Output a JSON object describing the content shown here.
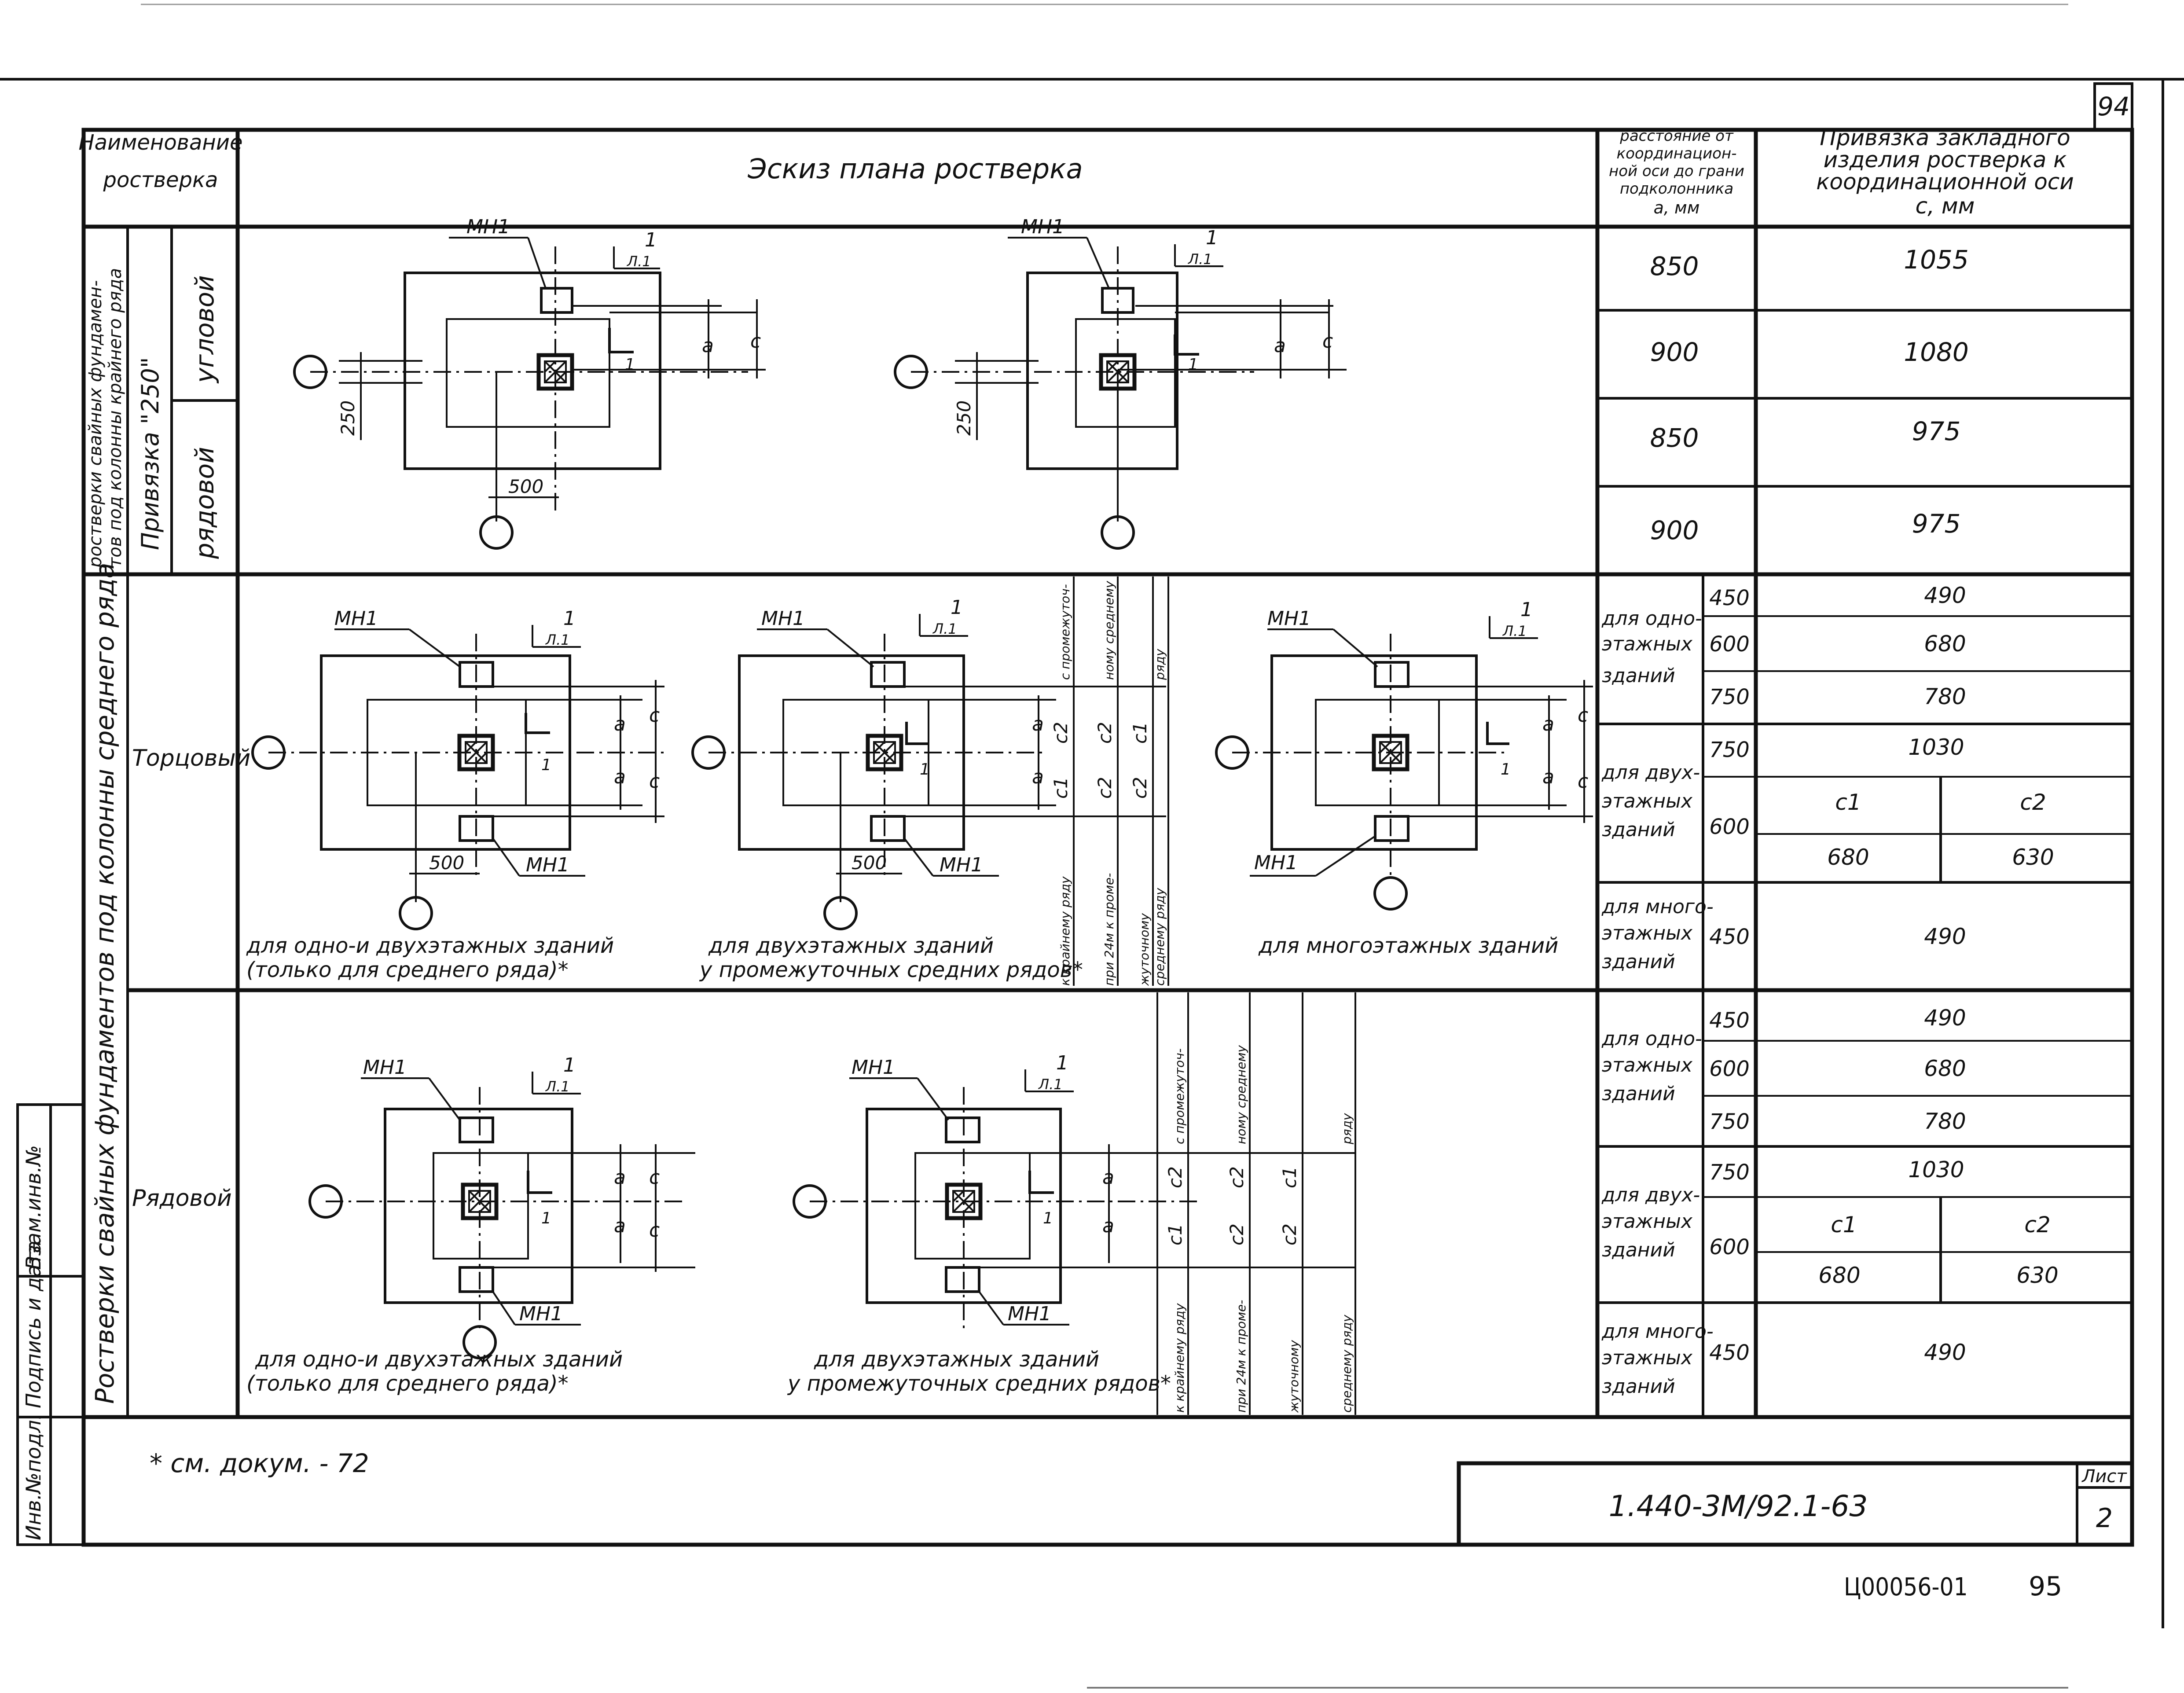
{
  "sheet_number_top": "94",
  "header": {
    "col_name_l1": "Наименование",
    "col_name_l2": "ростверка",
    "col_sketch": "Эскиз плана ростверка",
    "col_a_l1": "расстояние от",
    "col_a_l2": "координацион-",
    "col_a_l3": "ной оси до грани",
    "col_a_l4": "подколонника",
    "col_a_l5": "а, мм",
    "col_c_l1": "Привязка закладного",
    "col_c_l2": "изделия ростверка к",
    "col_c_l3": "координационной оси",
    "col_c_l4": "с, мм"
  },
  "left_labels": {
    "group1_l1": "ростверки свайных фундамен-",
    "group1_l2": "тов под колонны крайнего ряда",
    "group1_sub": "Привязка \"250\"",
    "uglovoy": "угловой",
    "ryadovoy1": "рядовой",
    "group2": "Ростверки свайных фундаментов под колонны среднего ряда",
    "tortsovy": "Торцовый",
    "ryadovoy2": "Рядовой"
  },
  "stamp": {
    "inv": "Инв.№подл.",
    "sign": "Подпись и дата",
    "vzam": "Взам.инв.№"
  },
  "sketch_labels": {
    "mn1": "МН1",
    "sec_num": "1",
    "sec_sheet": "Л.1",
    "sec_arrow": "1",
    "dim_250": "250",
    "dim_500": "500",
    "dim_a": "а",
    "dim_c": "с",
    "dim_c1": "с1",
    "dim_c2": "с2",
    "vert_a": "с промежуточ-",
    "vert_b": "ному среднему",
    "vert_c": "ряду",
    "vert_d": "к крайнему ряду",
    "vert_e": "при 24м к проме-",
    "vert_f": "жуточному",
    "vert_g": "среднему ряду",
    "cap_r2_1a": "для одно-и двухэтажных зданий",
    "cap_r2_1b": "(только для среднего ряда)*",
    "cap_r2_2a": "для двухэтажных зданий",
    "cap_r2_2b": "у промежуточных средних рядов*",
    "cap_r2_3": "для многоэтажных зданий",
    "cap_r3_1a": "для одно-и двухэтажных зданий",
    "cap_r3_1b": "(только для среднего ряда)*",
    "cap_r3_2a": "для двухэтажных зданий",
    "cap_r3_2b": "у промежуточных средних рядов*"
  },
  "table": {
    "r1": [
      {
        "a": "850",
        "c": "1055"
      },
      {
        "a": "900",
        "c": "1080"
      },
      {
        "a": "850",
        "c": "975"
      },
      {
        "a": "900",
        "c": "975"
      }
    ],
    "r2": {
      "one_l1": "для одно-",
      "one_l2": "этажных",
      "one_l3": "зданий",
      "one_rows": [
        {
          "a": "450",
          "c": "490"
        },
        {
          "a": "600",
          "c": "680"
        },
        {
          "a": "750",
          "c": "780"
        }
      ],
      "two_l1": "для двух-",
      "two_l2": "этажных",
      "two_l3": "зданий",
      "two_a1": "750",
      "two_c1": "1030",
      "two_a2": "600",
      "c1_head": "с1",
      "c2_head": "с2",
      "c1_val": "680",
      "c2_val": "630",
      "multi_l1": "для много-",
      "multi_l2": "этажных",
      "multi_l3": "зданий",
      "multi_a": "450",
      "multi_c": "490"
    },
    "r3": {
      "one_l1": "для одно-",
      "one_l2": "этажных",
      "one_l3": "зданий",
      "one_rows": [
        {
          "a": "450",
          "c": "490"
        },
        {
          "a": "600",
          "c": "680"
        },
        {
          "a": "750",
          "c": "780"
        }
      ],
      "two_l1": "для двух-",
      "two_l2": "этажных",
      "two_l3": "зданий",
      "two_a1": "750",
      "two_c1": "1030",
      "two_a2": "600",
      "c1_head": "с1",
      "c2_head": "с2",
      "c1_val": "680",
      "c2_val": "630",
      "multi_l1": "для много-",
      "multi_l2": "этажных",
      "multi_l3": "зданий",
      "multi_a": "450",
      "multi_c": "490"
    }
  },
  "footnote": "* см. докум. - 72",
  "doc_code": "1.440-3М/92.1-63",
  "list_label": "Лист",
  "list_number": "2",
  "archive_code": "Ц00056-01",
  "page_number": "95"
}
